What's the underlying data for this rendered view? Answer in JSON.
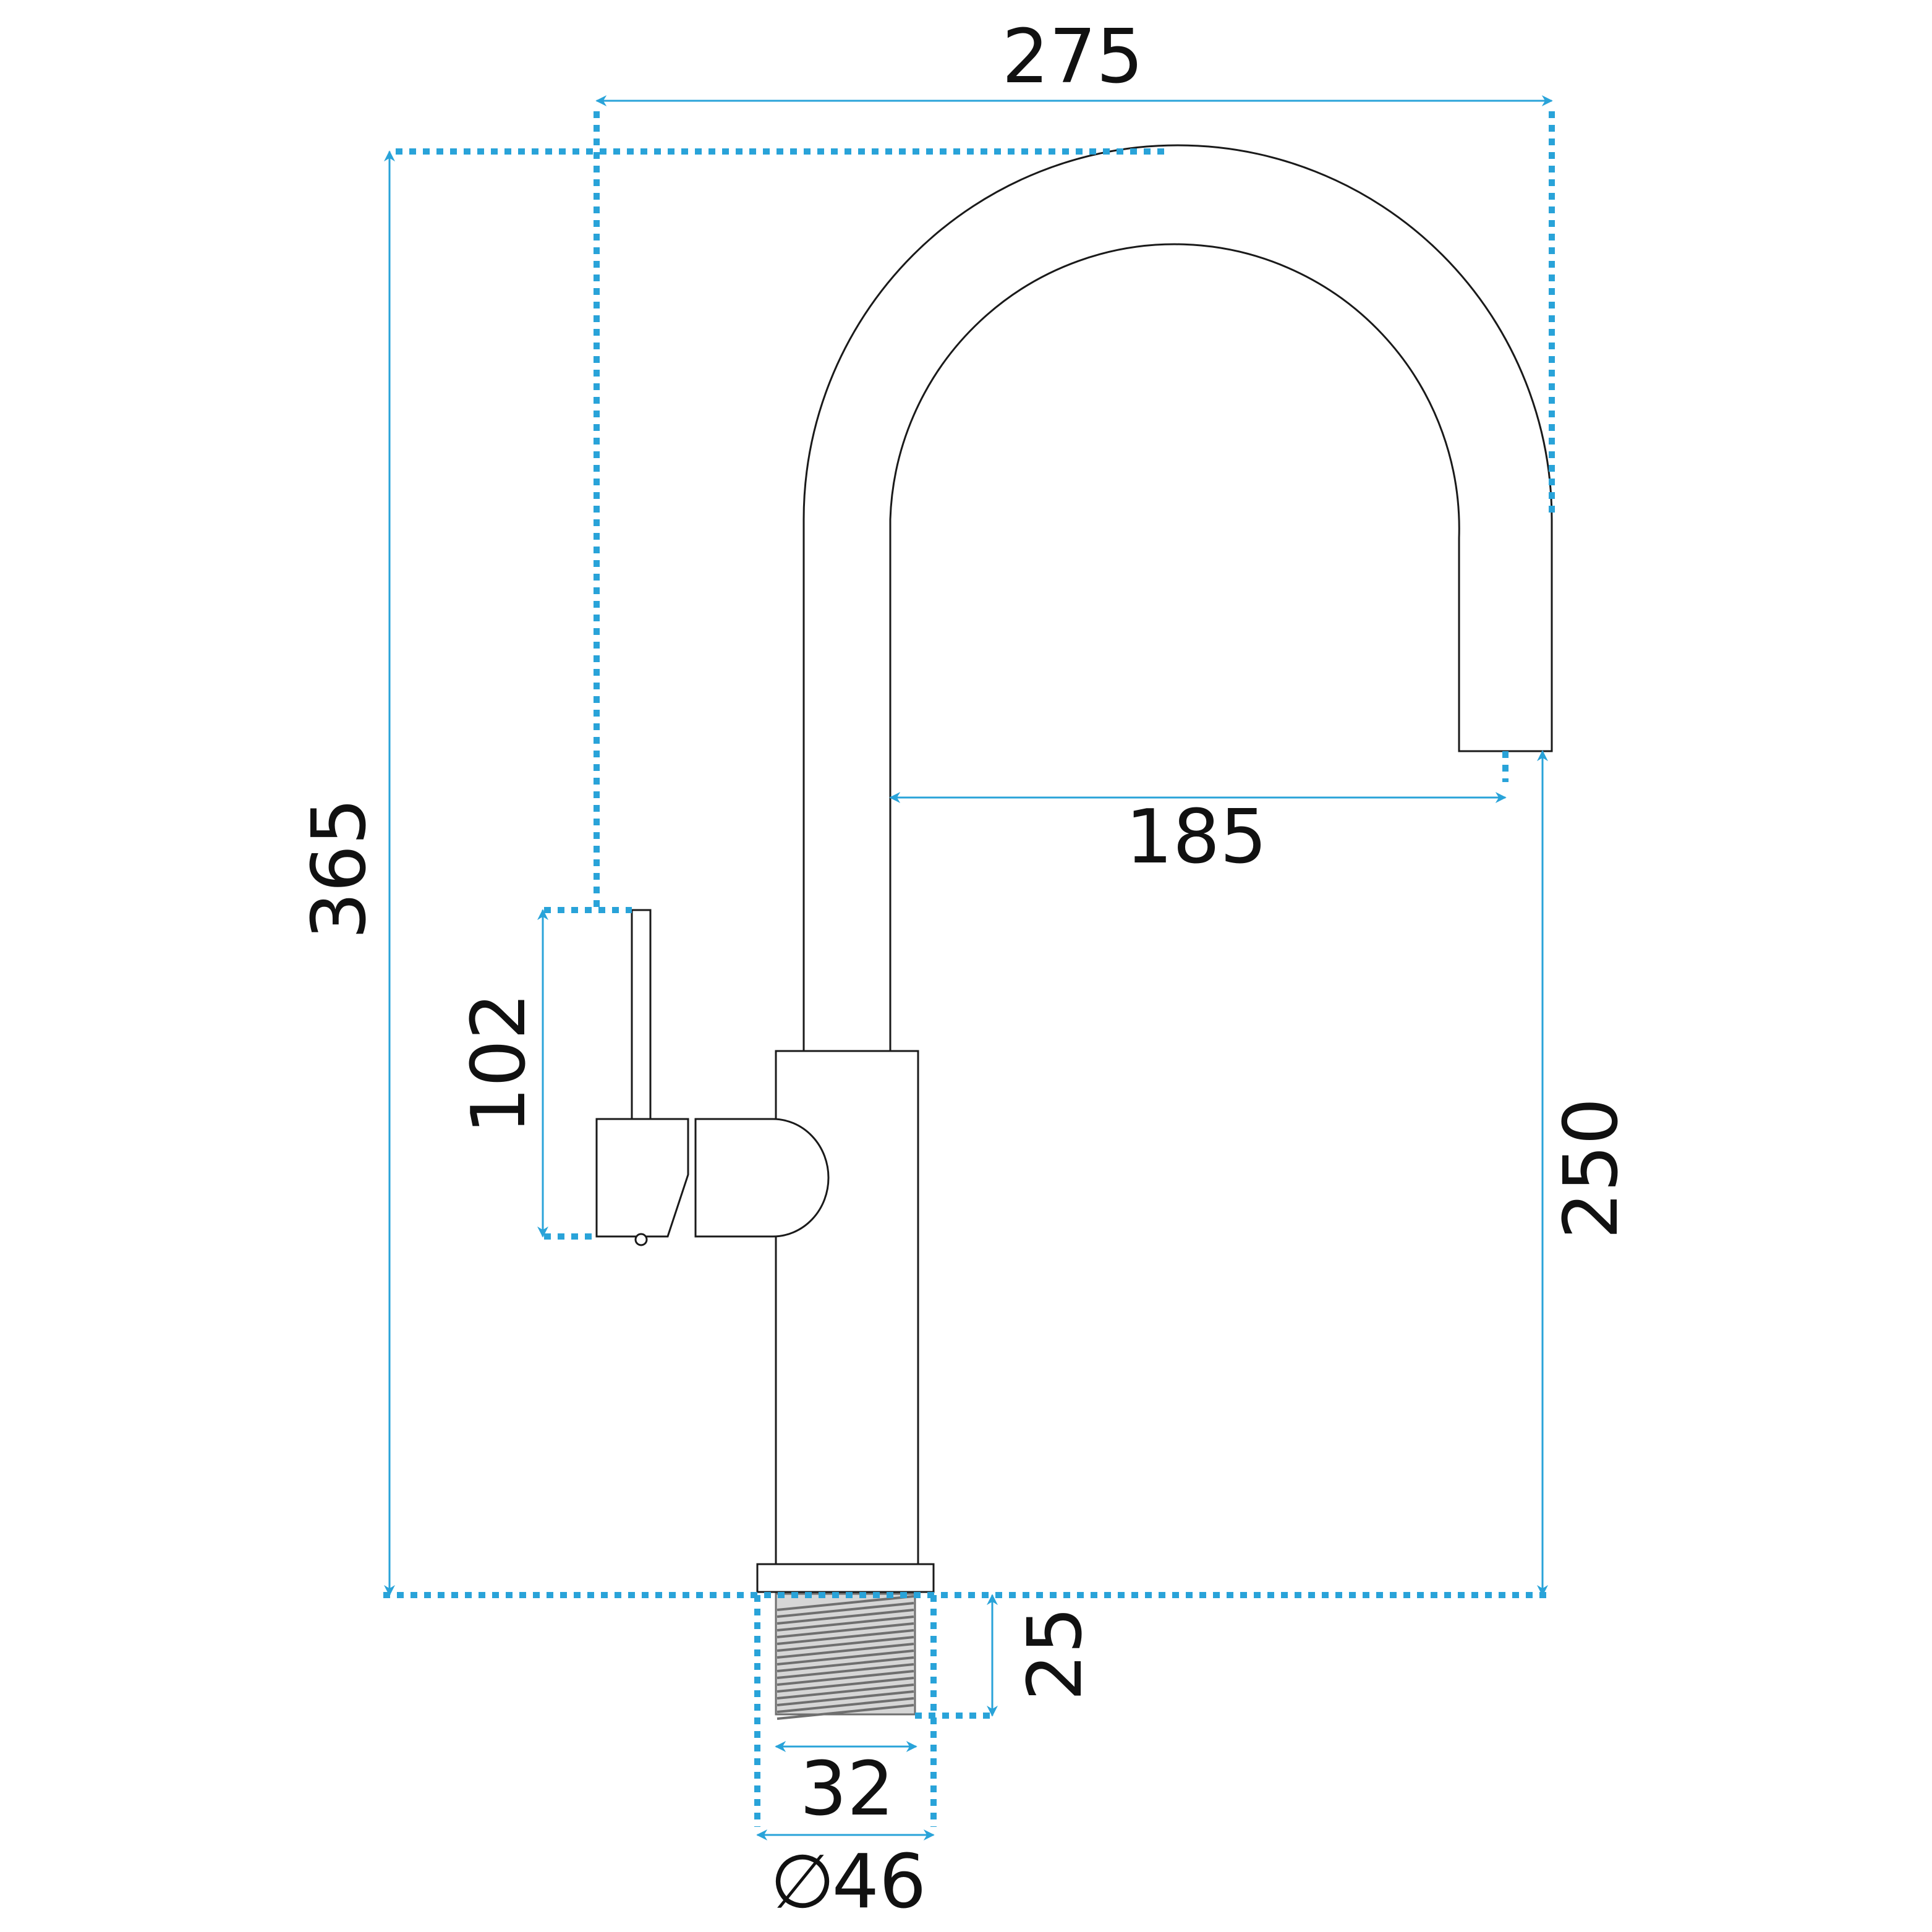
{
  "diagram": {
    "colors": {
      "dimension": "#29a3d9",
      "outline": "#1a1a1a",
      "thread": "#6f6f6f",
      "thread_fill": "#d6d6d6"
    },
    "dimensions": {
      "total_width": "275",
      "total_height": "365",
      "spout_reach": "185",
      "spout_height": "250",
      "lever_height": "102",
      "thread_length": "25",
      "thread_diameter": "32",
      "base_diameter_symbol": "∅",
      "base_diameter": "46"
    }
  }
}
